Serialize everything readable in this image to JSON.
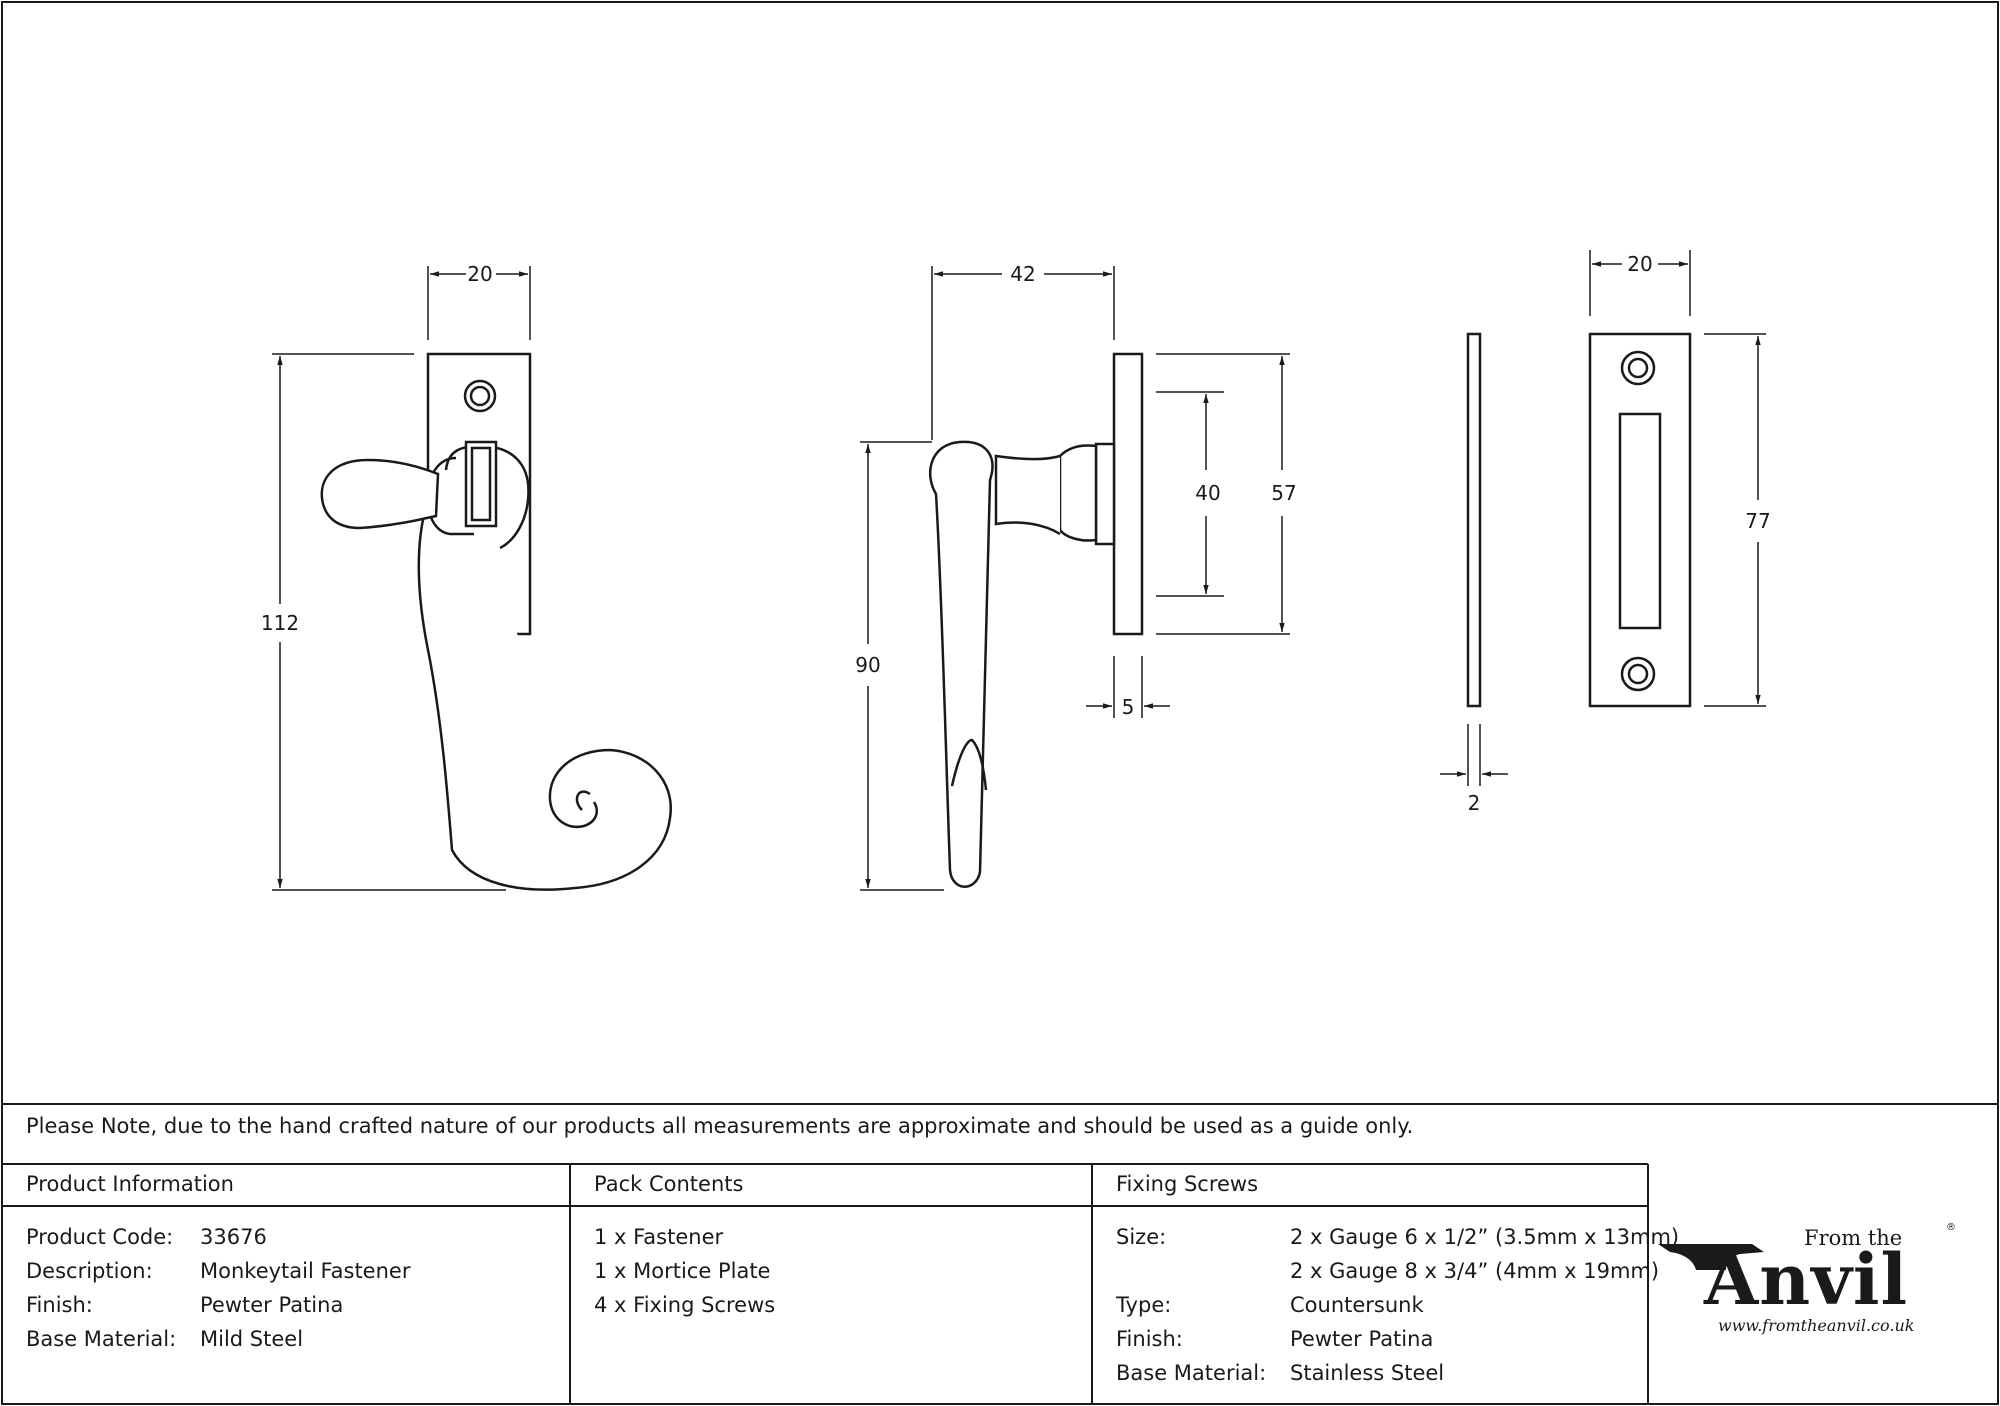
{
  "dimensions": {
    "front_width": "20",
    "front_height": "112",
    "side_projection": "42",
    "side_handle_length": "90",
    "side_inner_height": "40",
    "side_plate_height": "57",
    "side_plate_thickness": "5",
    "plate_thickness": "2",
    "plate_width": "20",
    "plate_height": "77"
  },
  "note": "Please Note, due to the hand crafted nature of our products all measurements are approximate and should be used as a guide only.",
  "product_information": {
    "heading": "Product Information",
    "rows": [
      {
        "label": "Product Code:",
        "value": "33676"
      },
      {
        "label": "Description:",
        "value": "Monkeytail Fastener"
      },
      {
        "label": "Finish:",
        "value": "Pewter Patina"
      },
      {
        "label": "Base Material:",
        "value": "Mild Steel"
      }
    ]
  },
  "pack_contents": {
    "heading": "Pack Contents",
    "items": [
      "1 x Fastener",
      "1 x Mortice Plate",
      "4 x Fixing Screws"
    ]
  },
  "fixing_screws": {
    "heading": "Fixing Screws",
    "rows": [
      {
        "label": "Size:",
        "value": "2 x Gauge 6 x 1/2” (3.5mm x 13mm)"
      },
      {
        "label": "",
        "value": "2 x Gauge 8 x 3/4” (4mm x 19mm)"
      },
      {
        "label": "Type:",
        "value": "Countersunk"
      },
      {
        "label": "Finish:",
        "value": "Pewter Patina"
      },
      {
        "label": "Base Material:",
        "value": "Stainless Steel"
      }
    ]
  },
  "logo": {
    "from_the": "From the",
    "brand": "Anvil",
    "registered": "®",
    "url": "www.fromtheanvil.co.uk"
  }
}
